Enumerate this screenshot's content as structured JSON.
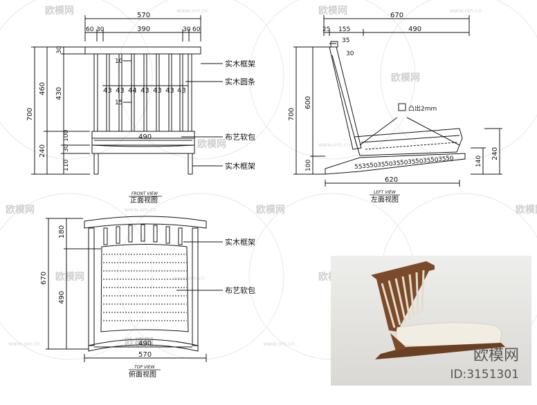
{
  "watermark": {
    "brand": "欧模网",
    "url": "www.om.cn"
  },
  "front_view": {
    "title_en": "FRONT VIEW",
    "title_cn": "正面视图",
    "width_total": "570",
    "width_parts": [
      "60",
      "30",
      "390",
      "30",
      "60"
    ],
    "height_total": "700",
    "height_upper": "460",
    "height_top": "30",
    "height_slats": "430",
    "height_lower": "240",
    "height_seat": "100",
    "height_gap": "30",
    "height_base": "110",
    "slat_gap_label": "10",
    "slat_width_label": "15",
    "slat_spacings": [
      "43",
      "43",
      "44",
      "43",
      "43",
      "43",
      "43"
    ],
    "seat_width": "490",
    "labels": [
      "实木框架",
      "实木圆条",
      "布艺软包",
      "实木框架"
    ]
  },
  "left_view": {
    "title_en": "LEFT VIEW",
    "title_cn": "左面视图",
    "width_total": "670",
    "width_parts": [
      "25",
      "155",
      "490"
    ],
    "top_dim_1": "35",
    "top_dim_2": "30",
    "height_total": "700",
    "height_back": "600",
    "height_base": "100",
    "right_height": "240",
    "right_base": "140",
    "callout": "凸出2mm",
    "base_spacings": [
      "55",
      "35",
      "50",
      "35",
      "50",
      "35",
      "50",
      "35",
      "50",
      "35",
      "50",
      "35",
      "50"
    ],
    "base_width": "620"
  },
  "top_view": {
    "title_en": "TOP VIEW",
    "title_cn": "俯面视图",
    "height_total": "670",
    "height_back": "180",
    "height_seat": "490",
    "inner_width": "490",
    "outer_width": "570",
    "labels": [
      "实木框架",
      "布艺软包"
    ]
  },
  "photo": {
    "brand": "欧模网",
    "id_text": "ID:3151301"
  }
}
